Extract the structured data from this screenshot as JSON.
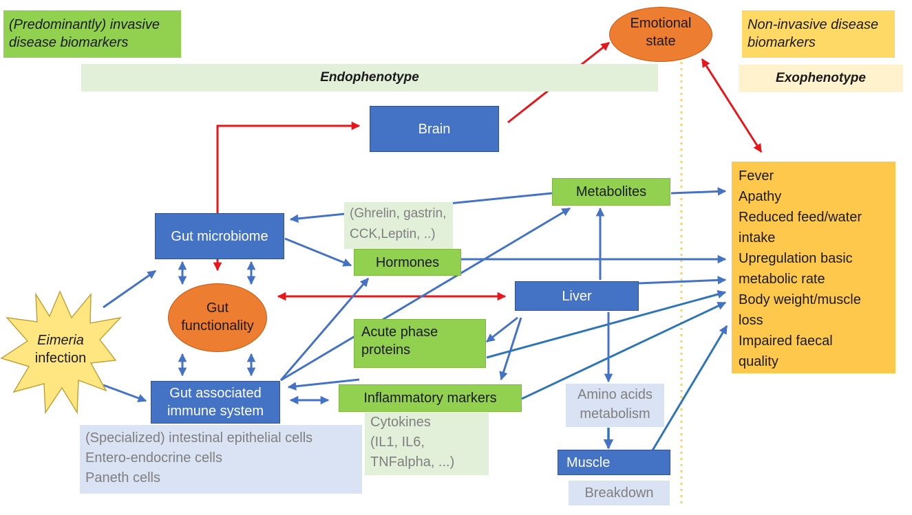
{
  "legend": {
    "invasive": [
      "(Predominantly) invasive",
      "disease biomarkers"
    ],
    "non_invasive": [
      "Non-invasive disease",
      "biomarkers"
    ]
  },
  "banners": {
    "endophenotype": "Endophenotype",
    "exophenotype": "Exophenotype"
  },
  "nodes": {
    "emotional_state": [
      "Emotional",
      "state"
    ],
    "brain": "Brain",
    "metabolites": "Metabolites",
    "gut_microbiome": "Gut microbiome",
    "hormones_examples": [
      "(Ghrelin, gastrin,",
      "CCK,Leptin, ..)"
    ],
    "hormones": "Hormones",
    "gut_functionality": [
      "Gut",
      "functionality"
    ],
    "liver": "Liver",
    "acute_phase_proteins": [
      "Acute phase",
      "proteins"
    ],
    "eimeria_infection": [
      "Eimeria",
      "infection"
    ],
    "gut_immune_system": [
      "Gut associated",
      "immune system"
    ],
    "inflammatory_markers": "Inflammatory markers",
    "amino_acids": [
      "Amino acids",
      "metabolism"
    ],
    "cytokines": [
      "Cytokines",
      "(IL1, IL6,",
      "TNFalpha, ...)"
    ],
    "epithelial_cells": [
      "(Specialized) intestinal epithelial cells",
      "Entero-endocrine cells",
      "Paneth cells"
    ],
    "muscle": "Muscle",
    "breakdown": "Breakdown"
  },
  "symptoms": [
    "Fever",
    "Apathy",
    "Reduced feed/water",
    "intake",
    "Upregulation basic",
    "metabolic rate",
    "Body weight/muscle",
    "loss",
    "Impaired faecal",
    "quality"
  ],
  "colors": {
    "blue": "#4472c4",
    "red": "#e8161a",
    "green": "#92d050",
    "orange": "#ed7d31",
    "yellow": "#fdc84b",
    "divider": "#f5d26a"
  }
}
